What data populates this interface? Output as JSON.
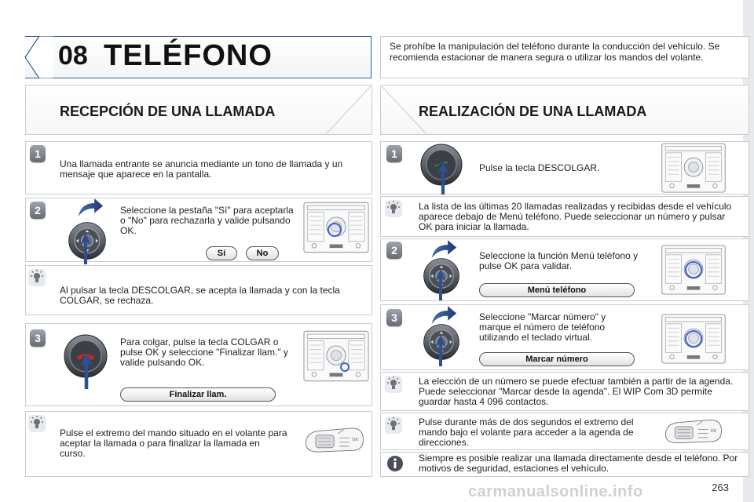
{
  "header": {
    "chapter_number": "08",
    "chapter_title": "TELÉFONO",
    "warning": "Se prohíbe la manipulación del teléfono durante la conducción del vehículo. Se recomienda estacionar de manera segura o utilizar los mandos del volante."
  },
  "left": {
    "title": "RECEPCIÓN DE UNA LLAMADA",
    "step1": {
      "number": "1",
      "text": "Una llamada entrante se anuncia mediante un tono de llamada y un mensaje que aparece en la pantalla."
    },
    "step2": {
      "number": "2",
      "text": "Seleccione la pestaña \"Sí\" para aceptarla o \"No\" para rechazarla y valide pulsando OK.",
      "yes": "Sí",
      "no": "No"
    },
    "tip1": {
      "text": "Al pulsar la tecla DESCOLGAR, se acepta la llamada y con la tecla COLGAR, se rechaza."
    },
    "step3": {
      "number": "3",
      "text": "Para colgar, pulse la tecla COLGAR o pulse OK y seleccione \"Finalizar llam.\" y valide pulsando OK.",
      "button": "Finalizar llam."
    },
    "tip2": {
      "text": "Pulse el extremo del mando situado en el volante para aceptar la llamada o para finalizar la llamada en curso."
    }
  },
  "right": {
    "title": "REALIZACIÓN DE UNA LLAMADA",
    "step1": {
      "number": "1",
      "text": "Pulse la tecla DESCOLGAR."
    },
    "tip1": {
      "text": "La lista de las últimas 20 llamadas realizadas y recibidas desde el vehículo aparece debajo de Menú teléfono. Puede seleccionar un número y pulsar OK para iniciar la llamada."
    },
    "step2": {
      "number": "2",
      "text": "Seleccione la función Menú teléfono y pulse OK para validar.",
      "button": "Menú teléfono"
    },
    "step3": {
      "number": "3",
      "text": "Seleccione \"Marcar número\" y marque el número de teléfono utilizando el teclado virtual.",
      "button": "Marcar número"
    },
    "tip2": {
      "text": "La elección de un número se puede efectuar también a partir de la agenda. Puede seleccionar \"Marcar desde la agenda\". El WIP Com 3D permite guardar hasta 4 096 contactos."
    },
    "tip3": {
      "text": "Pulse durante más de dos segundos el extremo del mando bajo el volante para acceder a la agenda de direcciones."
    },
    "info": {
      "text": "Siempre es posible realizar una llamada directamente desde el teléfono. Por motivos de seguridad, estaciones el vehículo."
    }
  },
  "footer": {
    "page_number": "263",
    "watermark": "carmanualsonline.info"
  },
  "colors": {
    "frame_blue": "#3a5a9a",
    "panel_border": "#c9cbd0",
    "arrow_blue": "#2f4f8f",
    "call_green": "#2e9a3c",
    "hangup_red": "#c02828"
  }
}
